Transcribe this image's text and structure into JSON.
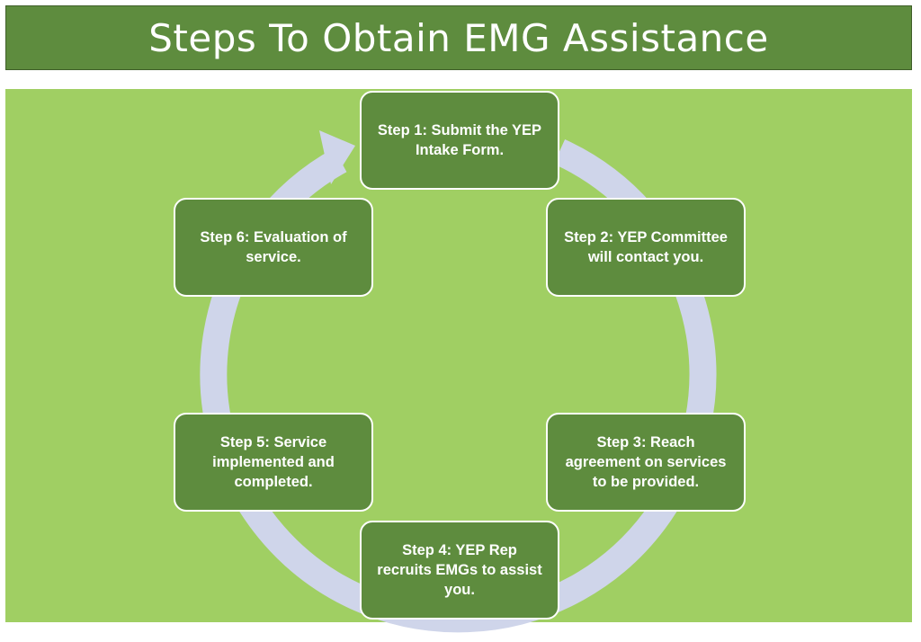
{
  "title": "Steps To Obtain EMG Assistance",
  "colors": {
    "title_bg": "#5e8c3e",
    "panel_bg": "#a0cf63",
    "box_bg": "#5e8c3e",
    "box_border": "#ffffff",
    "ring": "#cfd5ea",
    "text": "#ffffff"
  },
  "steps": [
    {
      "label": "Step 1: Submit the YEP Intake Form."
    },
    {
      "label": "Step 2: YEP Committee will contact you."
    },
    {
      "label": "Step 3: Reach agreement on services to be provided."
    },
    {
      "label": "Step 4: YEP Rep recruits EMGs to assist you."
    },
    {
      "label": "Step 5: Service implemented and completed."
    },
    {
      "label": "Step 6:  Evaluation of service."
    }
  ]
}
